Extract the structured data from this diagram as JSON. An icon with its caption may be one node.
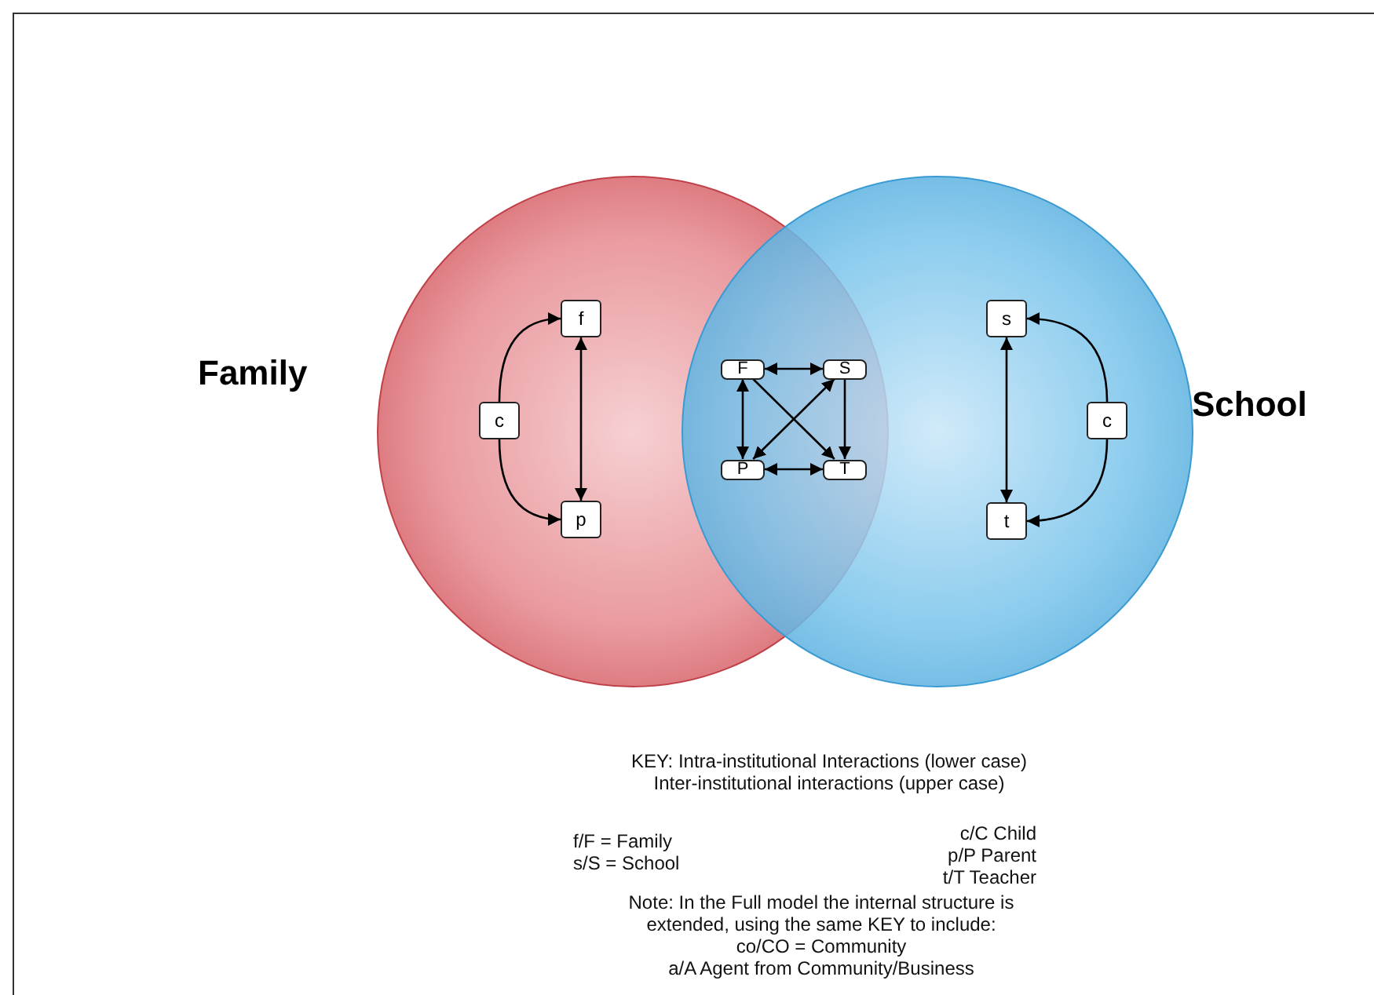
{
  "diagram": {
    "nodes": [
      {
        "text": [
          "Family"
        ]
      },
      {
        "text": [
          "School"
        ]
      },
      {
        "text": [
          "f"
        ],
        "in": 0
      },
      {
        "text": [
          "c"
        ],
        "in": 0
      },
      {
        "text": [
          "p"
        ],
        "in": 0
      },
      {
        "text": [
          "F"
        ]
      },
      {
        "text": [
          "S"
        ]
      },
      {
        "text": [
          "P"
        ]
      },
      {
        "text": [
          "T"
        ]
      },
      {
        "text": [
          "s"
        ],
        "in": 1
      },
      {
        "text": [
          "c"
        ],
        "in": 1
      },
      {
        "text": [
          "t"
        ],
        "in": 1
      }
    ],
    "edges": [
      {
        "from": 3,
        "to": 2,
        "arrow": "to"
      },
      {
        "from": 3,
        "to": 4,
        "arrow": "to"
      },
      {
        "from": 2,
        "to": 4,
        "arrow": "both"
      },
      {
        "from": 5,
        "to": 6,
        "arrow": "both"
      },
      {
        "from": 7,
        "to": 8,
        "arrow": "both"
      },
      {
        "from": 5,
        "to": 7,
        "arrow": "both"
      },
      {
        "from": 6,
        "to": 8,
        "arrow": "to"
      },
      {
        "from": 6,
        "to": 7,
        "arrow": "both"
      },
      {
        "from": 5,
        "to": 8,
        "arrow": "to"
      },
      {
        "from": 10,
        "to": 9,
        "arrow": "to"
      },
      {
        "from": 10,
        "to": 11,
        "arrow": "to"
      },
      {
        "from": 9,
        "to": 11,
        "arrow": "both"
      }
    ],
    "labels": [
      "KEY: Intra-institutional Interactions (lower case)",
      "Inter-institutional interactions (upper case)",
      "f/F = Family",
      "s/S = School",
      "c/C Child",
      "p/P Parent",
      "t/T Teacher",
      "Note: In the Full model the internal structure is extended, using the same KEY to include:",
      "co/CO = Community",
      "a/A Agent from Community/Business"
    ]
  }
}
